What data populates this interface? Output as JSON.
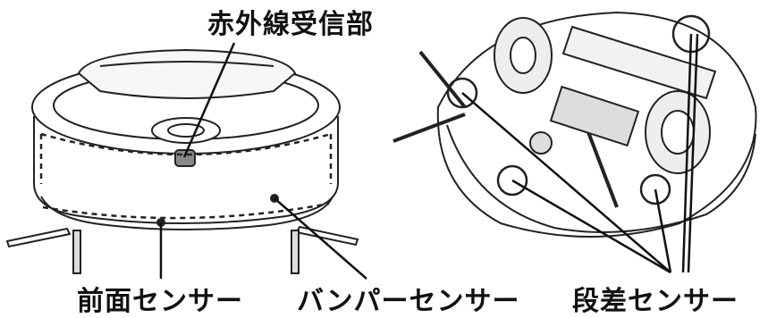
{
  "labels": {
    "ir_receiver": "赤外線受信部",
    "front_sensor": "前面センサー",
    "bumper_sensor": "バンパーセンサー",
    "cliff_sensor": "段差センサー"
  },
  "colors": {
    "line": "#222222",
    "body_fill": "#ffffff",
    "shade": "#d9d9d9",
    "dark": "#555555"
  }
}
